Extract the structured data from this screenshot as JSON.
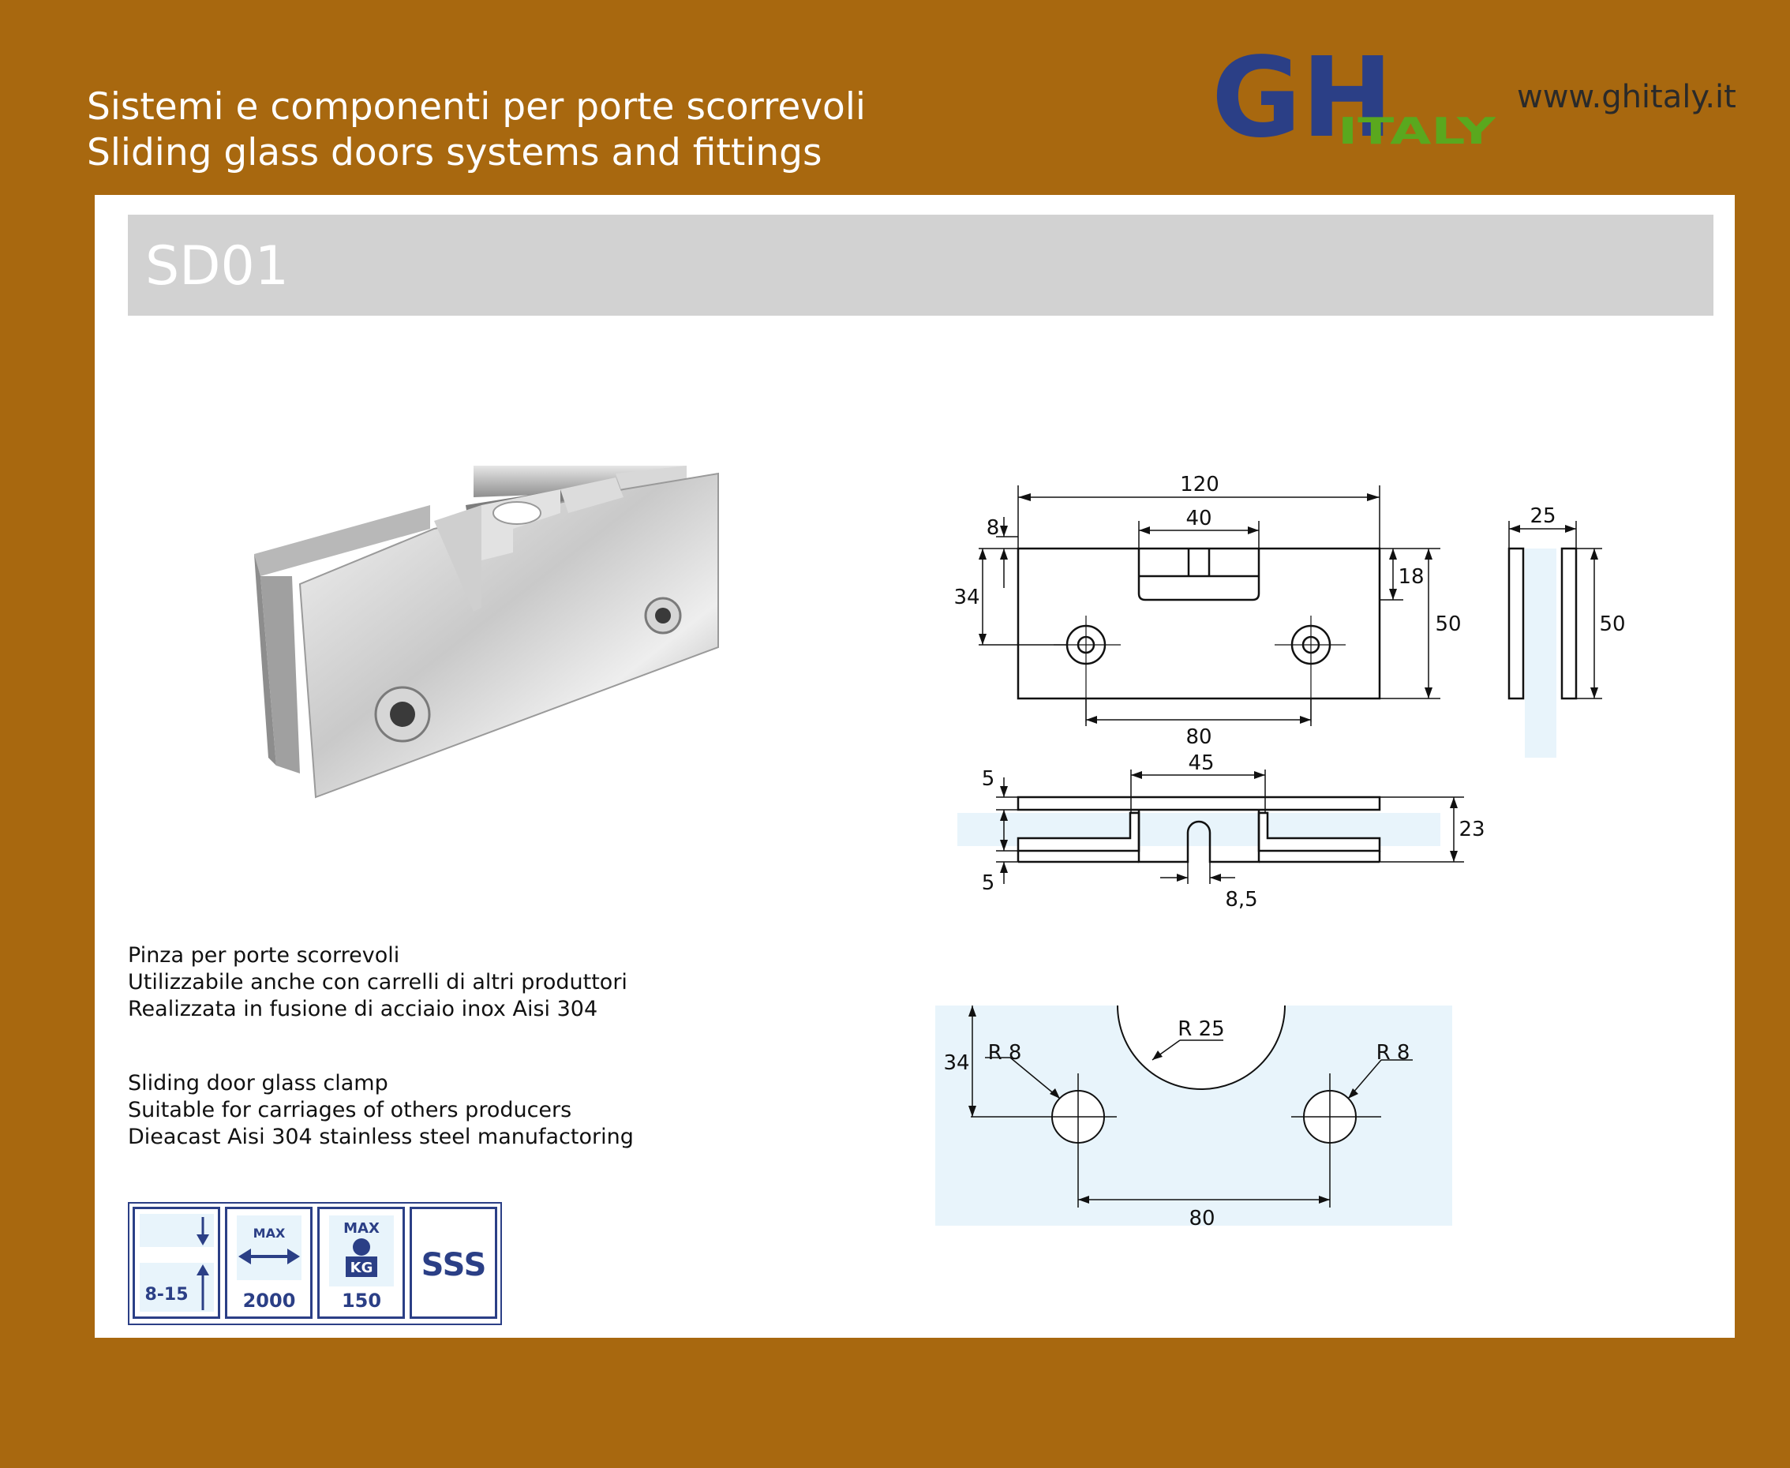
{
  "header": {
    "line1": "Sistemi e componenti per porte scorrevoli",
    "line2": "Sliding glass doors systems and fittings",
    "website": "www.ghitaly.it"
  },
  "logo": {
    "letters": "GH",
    "sub": "ITALY",
    "colors": {
      "blue": "#2b3f86",
      "green": "#5aa81e"
    }
  },
  "product": {
    "code": "SD01"
  },
  "description": {
    "it": [
      "Pinza per porte scorrevoli",
      "Utilizzabile anche con carrelli di altri produttori",
      "Realizzata in fusione di acciaio inox Aisi 304"
    ],
    "en": [
      "Sliding door glass clamp",
      "Suitable for carriages of others producers",
      "Dieacast Aisi 304 stainless steel manufactoring"
    ]
  },
  "dimensions": {
    "front": {
      "width": "120",
      "notch": "40",
      "top_offset": "8",
      "hole_height": "34",
      "notch_depth": "18",
      "height": "50",
      "hole_spacing": "80"
    },
    "side": {
      "thickness": "25",
      "height": "50"
    },
    "top": {
      "plate_top": "5",
      "plate_bottom": "5",
      "inner": "45",
      "total": "23",
      "slot": "8,5"
    },
    "glass": {
      "height": "34",
      "radius_notch": "R 25",
      "radius_hole_left": "R 8",
      "radius_hole_right": "R 8",
      "hole_spacing": "80"
    }
  },
  "icons": {
    "glass_thickness": "8-15",
    "max_label": "MAX",
    "max_width": "2000",
    "max_weight_label": "MAX",
    "kg_label": "KG",
    "max_weight": "150",
    "material": "SSS"
  }
}
